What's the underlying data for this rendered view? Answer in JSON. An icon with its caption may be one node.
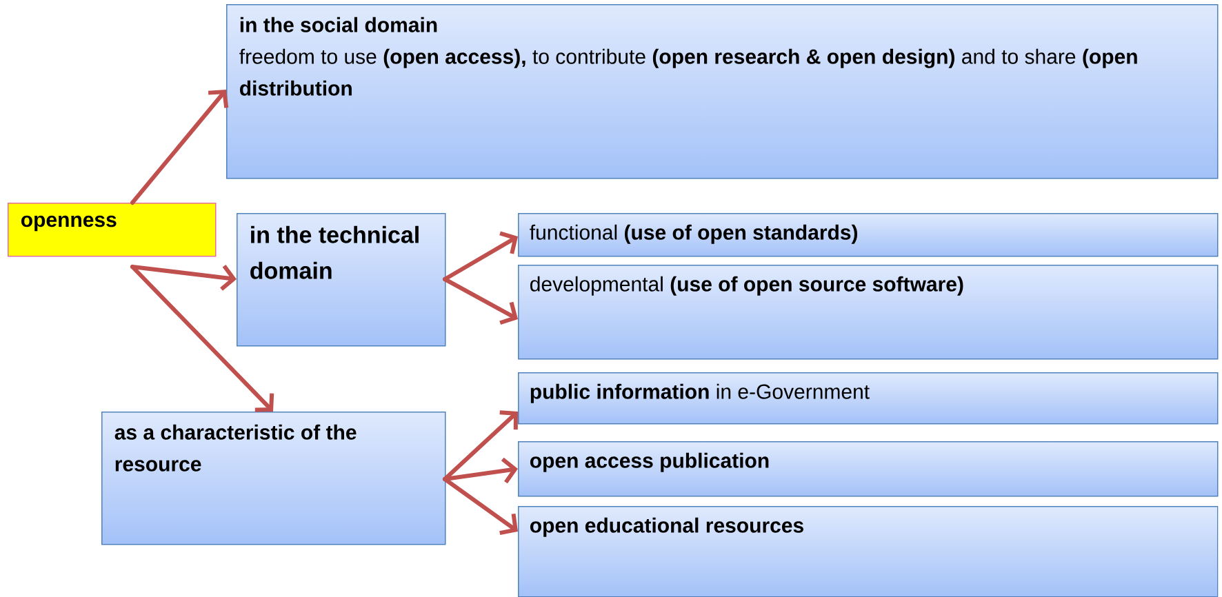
{
  "diagram": {
    "nodes": [
      {
        "text": [
          "in the social domain",
          "freedom to use **(open access),** to contribute **(open research & open design)** and to share **(open distribution**"
        ]
      },
      {
        "text": [
          "openness"
        ]
      },
      {
        "text": [
          "in the technical domain"
        ]
      },
      {
        "text": [
          "functional **(use of open standards)**"
        ]
      },
      {
        "text": [
          "developmental **(use of open source software)**"
        ]
      },
      {
        "text": [
          "as a characteristic of the resource"
        ]
      },
      {
        "text": [
          "**public information** in e-Government"
        ]
      },
      {
        "text": [
          "open access publication"
        ]
      },
      {
        "text": [
          "open educational resources"
        ]
      }
    ],
    "edges": [
      {
        "from": 1,
        "to": 0,
        "arrow": "to"
      },
      {
        "from": 1,
        "to": 2,
        "arrow": "to"
      },
      {
        "from": 1,
        "to": 5,
        "arrow": "to"
      },
      {
        "from": 2,
        "to": 3,
        "arrow": "to"
      },
      {
        "from": 2,
        "to": 4,
        "arrow": "to"
      },
      {
        "from": 5,
        "to": 6,
        "arrow": "to"
      },
      {
        "from": 5,
        "to": 7,
        "arrow": "to"
      },
      {
        "from": 5,
        "to": 8,
        "arrow": "to"
      }
    ]
  }
}
